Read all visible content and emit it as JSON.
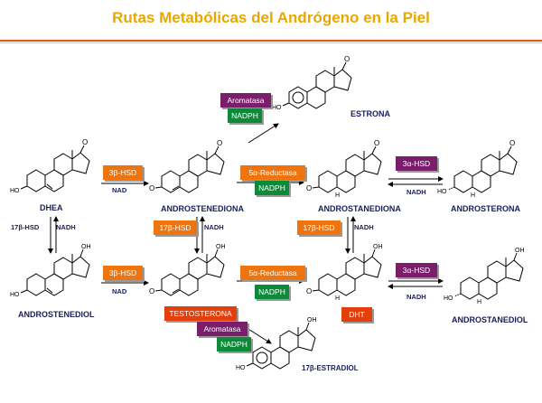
{
  "title": "Rutas Metabólicas del Andrógeno en la Piel",
  "compounds": {
    "dhea": "DHEA",
    "androstenediona": "ANDROSTENEDIONA",
    "estrona": "ESTRONA",
    "androstanediona": "ANDROSTANEDIONA",
    "androsterona": "ANDROSTERONA",
    "androstenediol": "ANDROSTENEDIOL",
    "testosterona_box": "TESTOSTERONA",
    "dht": "DHT",
    "androstanediol": "ANDROSTANEDIOL",
    "estradiol": "17β-ESTRADIOL"
  },
  "enzymes": {
    "hsd3b": "3β-HSD",
    "hsd17b": "17β-HSD",
    "reductase5a": "5α-Reductasa",
    "hsd3a": "3α-HSD",
    "aromatase": "Aromatasa"
  },
  "cofactors": {
    "nad": "NAD",
    "nadh": "NADH",
    "nadph": "NADPH"
  },
  "atoms": {
    "o": "O",
    "oh": "OH",
    "ho": "HO",
    "h": "H"
  },
  "colors": {
    "title": "#e8a800",
    "orange_box": "#ee7410",
    "green_box": "#0c8a3a",
    "purple_box": "#7a1e6c",
    "red_box": "#e1400c",
    "label_text": "#1b1e5a"
  }
}
